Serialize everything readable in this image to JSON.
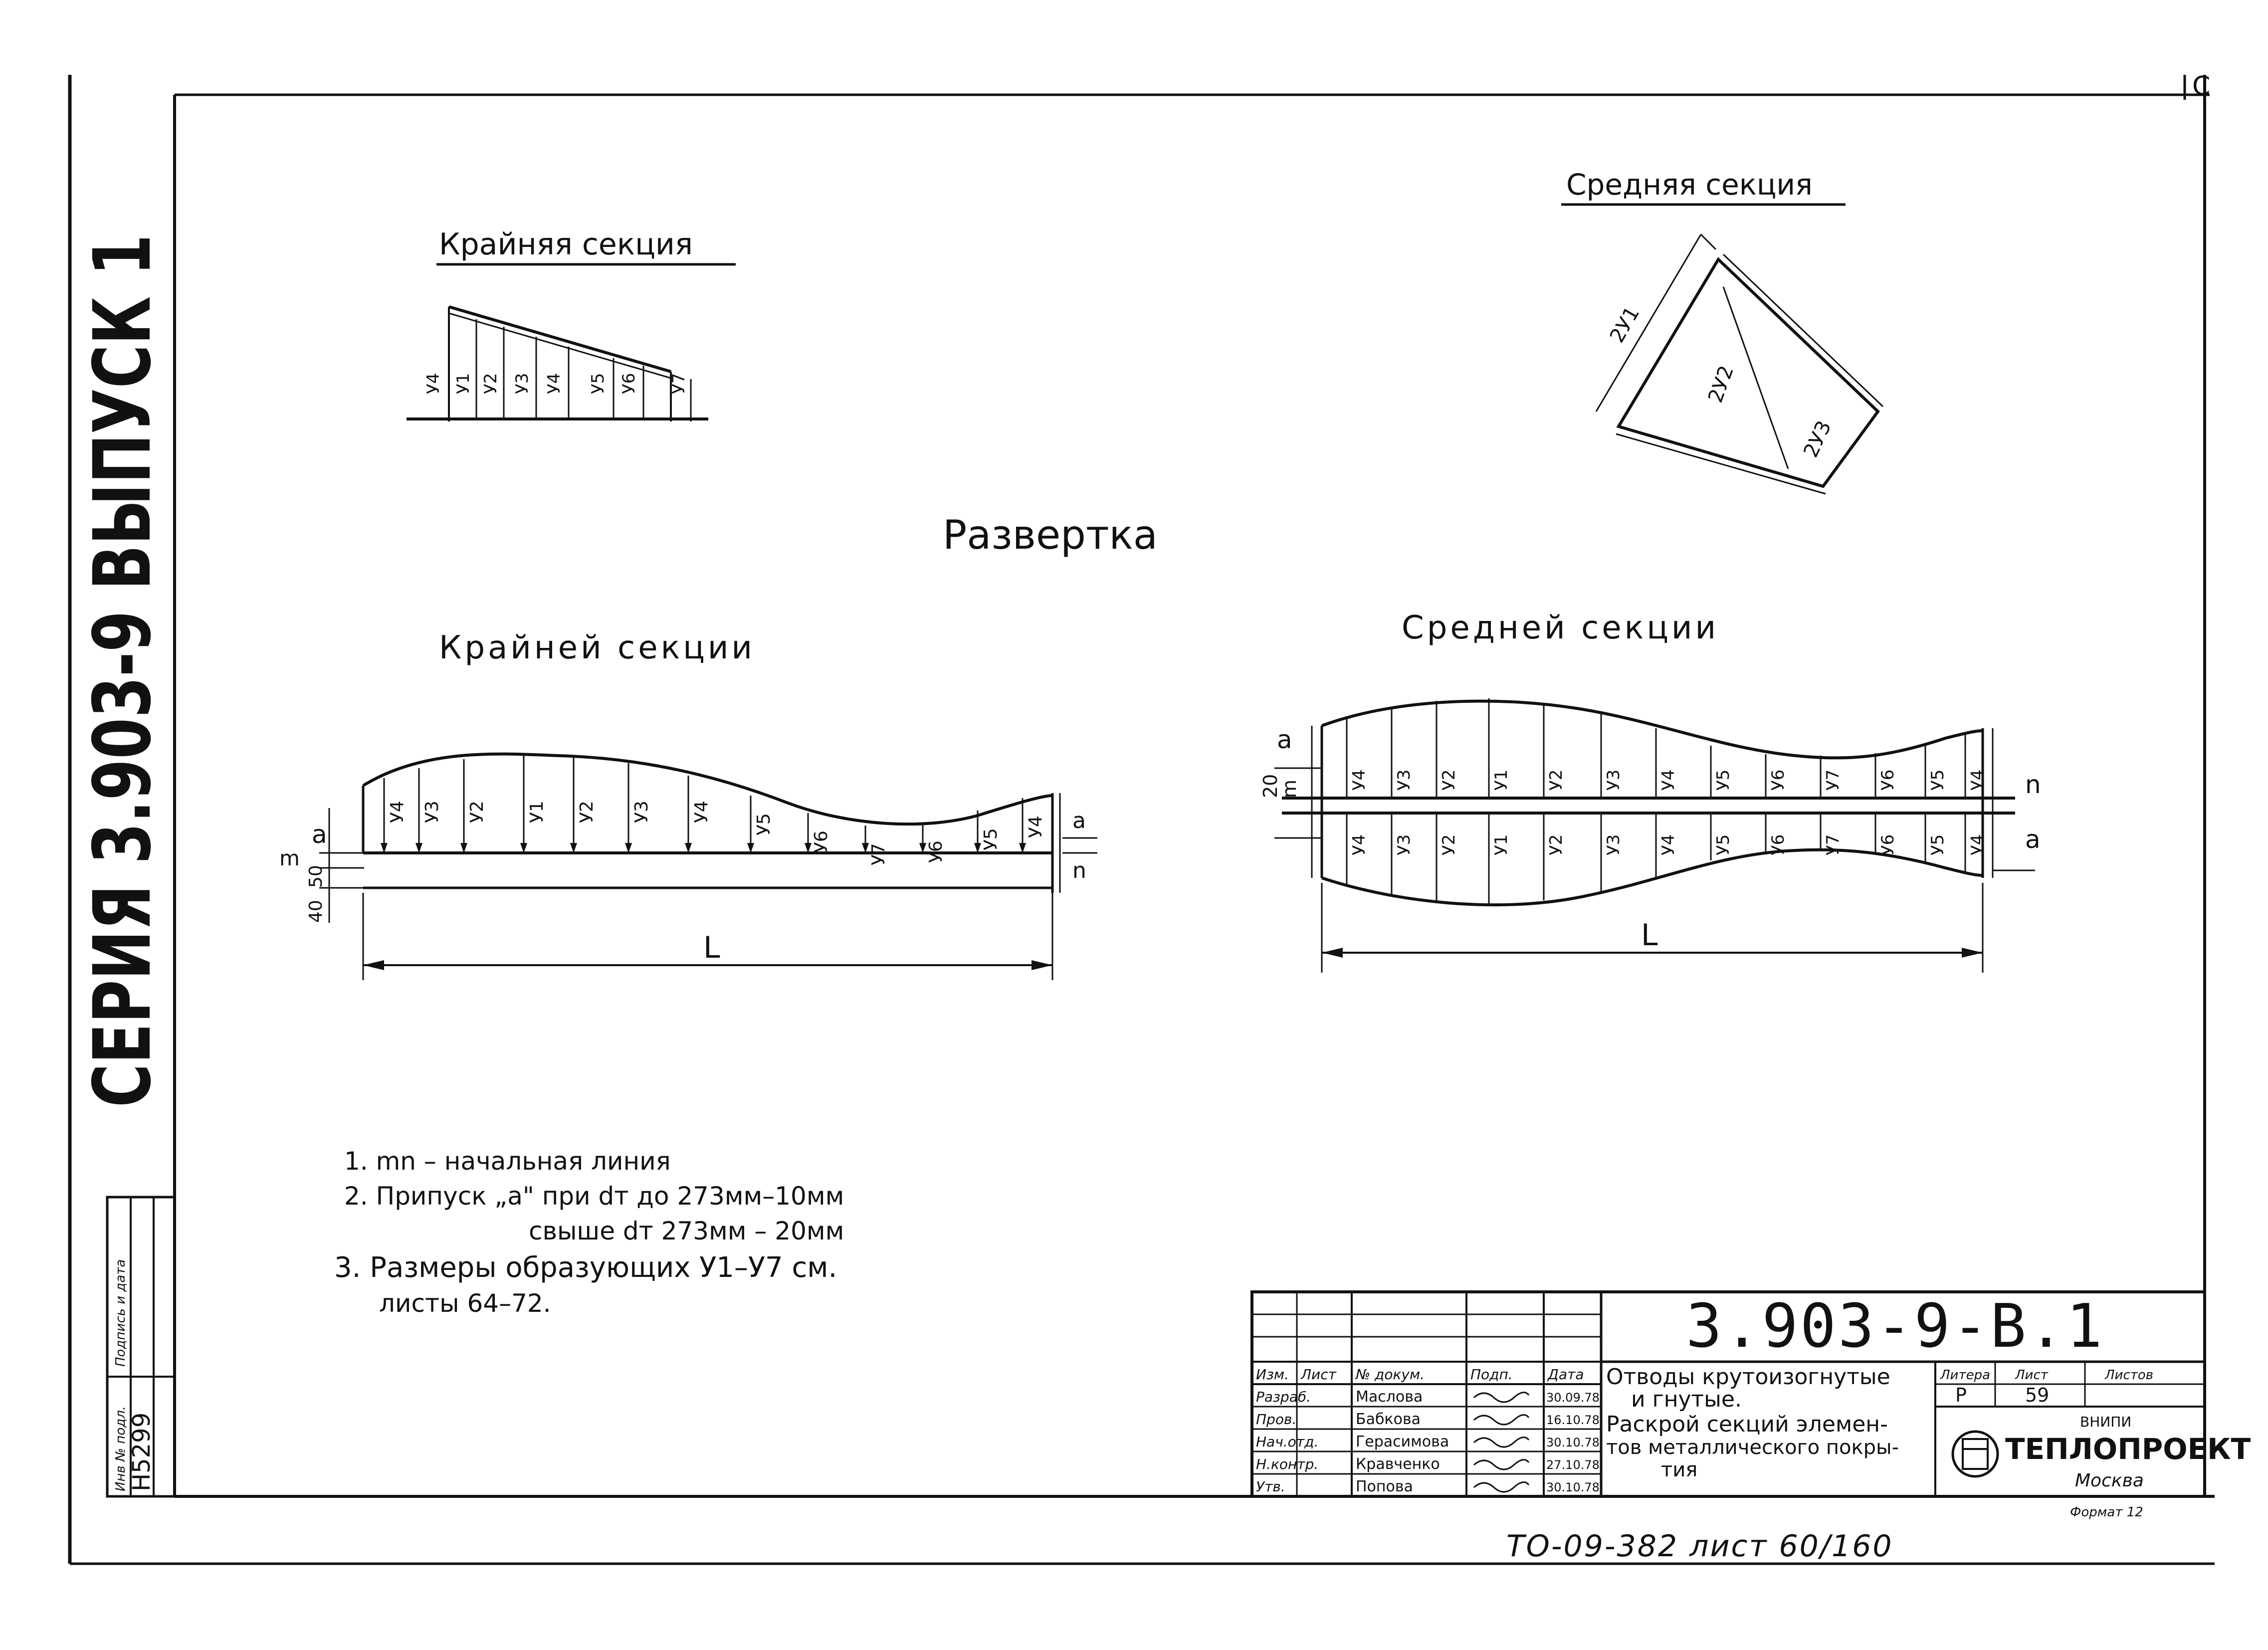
{
  "side": {
    "series_text": "СЕРИЯ 3.903-9 ВЫПУСК 1",
    "stamp_col1": "Инв № подл.",
    "stamp_col2": "Подпись и дата",
    "inv_number": "Н5299"
  },
  "corner_mark": "С",
  "top_views": {
    "edge_title": "Крайняя секция",
    "middle_title": "Средняя секция",
    "edge_labels": [
      "У1",
      "У2",
      "У3",
      "У4",
      "У5",
      "У6",
      "У7"
    ],
    "middle_labels": [
      "2У1",
      "2У2",
      "2У3"
    ]
  },
  "razvertka_title": "Развертка",
  "edge_dev": {
    "title": "Крайней секции",
    "labels": [
      "У4",
      "У3",
      "У2",
      "У1",
      "У2",
      "У3",
      "У4",
      "У5",
      "У6",
      "У7",
      "У6",
      "У5",
      "У4"
    ],
    "left_dims": [
      "a",
      "m",
      "50",
      "40"
    ],
    "right_dims": [
      "a",
      "n"
    ],
    "length": "L"
  },
  "middle_dev": {
    "title": "Средней секции",
    "top_labels": [
      "У4",
      "У3",
      "У2",
      "У1",
      "У2",
      "У3",
      "У4",
      "У5",
      "У6",
      "У7",
      "У6",
      "У5",
      "У4"
    ],
    "bottom_labels": [
      "У4",
      "У3",
      "У2",
      "У1",
      "У2",
      "У3",
      "У4",
      "У5",
      "У6",
      "У7",
      "У6",
      "У5",
      "У4"
    ],
    "left_dims": [
      "a",
      "20",
      "m"
    ],
    "right_dims": [
      "n",
      "a"
    ],
    "length": "L"
  },
  "notes": [
    "1. mn – начальная линия",
    "2. Припуск „a\" при dт до 273мм–10мм",
    "свыше dт 273мм – 20мм",
    "3. Размеры образующих У1–У7 см.",
    "листы 64–72."
  ],
  "title_block": {
    "doc_number": "3.903-9-В.1",
    "headers": [
      "Изм.",
      "Лист",
      "№ докум.",
      "Подп.",
      "Дата"
    ],
    "rows": [
      {
        "role": "Разраб.",
        "name": "Маслова",
        "date": "30.09.78"
      },
      {
        "role": "Пров.",
        "name": "Бабкова",
        "date": "16.10.78"
      },
      {
        "role": "Нач.отд.",
        "name": "Герасимова",
        "date": "30.10.78"
      },
      {
        "role": "Н.контр.",
        "name": "Кравченко",
        "date": "27.10.78"
      },
      {
        "role": "Утв.",
        "name": "Попова",
        "date": "30.10.78"
      }
    ],
    "title_lines": [
      "Отводы крутоизогнутые",
      "и гнутые.",
      "Раскрой секций элемен-",
      "тов металлического покры-",
      "тия"
    ],
    "stage_headers": [
      "Литера",
      "Лист",
      "Листов"
    ],
    "stage": "Р",
    "sheet": "59",
    "org_small": "ВНИПИ",
    "org": "ТЕПЛОПРОЕКТ",
    "city": "Москва",
    "format": "Формат 12"
  },
  "footer": "ТО-09-382 лист 60/160"
}
